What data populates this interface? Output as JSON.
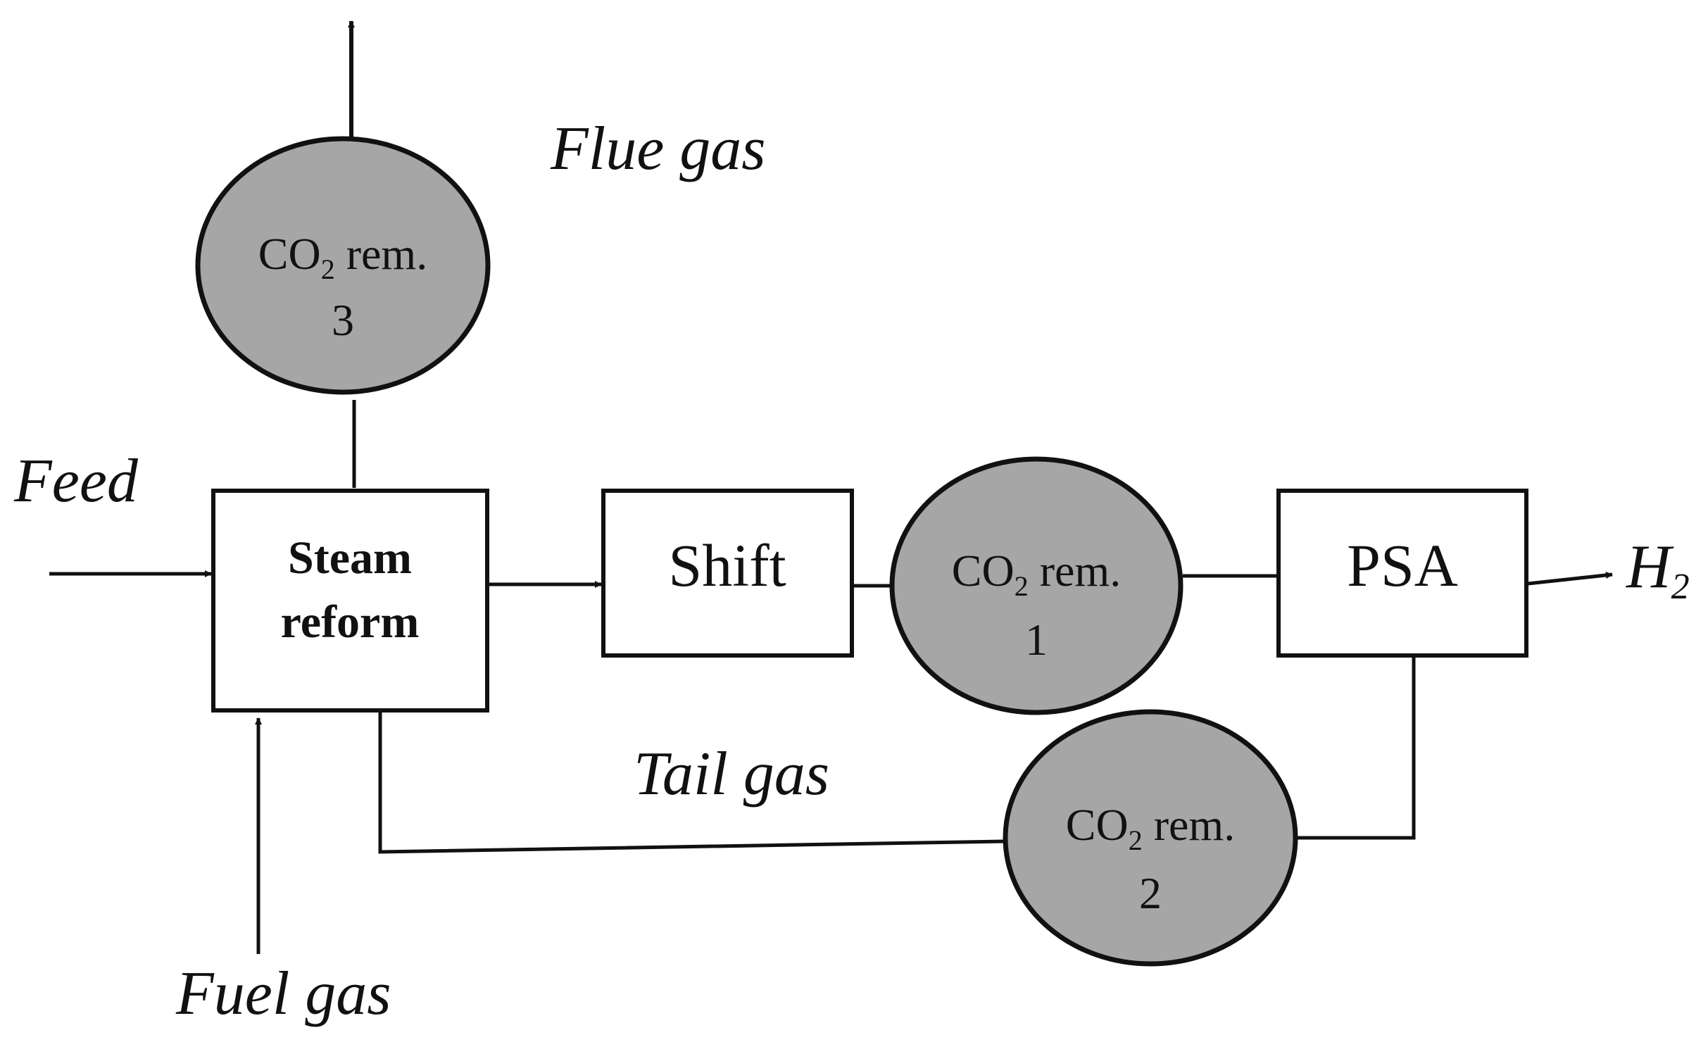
{
  "colors": {
    "ink": "#111111",
    "removal_fill": "#a6a6a6",
    "background": "#ffffff"
  },
  "labels": {
    "flue_gas": "Flue gas",
    "feed": "Feed",
    "h2_main": "H",
    "h2_sub": "2",
    "tail_gas": "Tail gas",
    "fuel_gas": "Fuel gas"
  },
  "nodes": {
    "steam_reform": {
      "line1": "Steam",
      "line2": "reform"
    },
    "shift": {
      "label": "Shift"
    },
    "psa": {
      "label": "PSA"
    },
    "co2_rem_1": {
      "prefix": "CO",
      "sub": "2",
      "suffix": " rem.",
      "number": "1"
    },
    "co2_rem_2": {
      "prefix": "CO",
      "sub": "2",
      "suffix": " rem.",
      "number": "2"
    },
    "co2_rem_3": {
      "prefix": "CO",
      "sub": "2",
      "suffix": " rem.",
      "number": "3"
    }
  }
}
